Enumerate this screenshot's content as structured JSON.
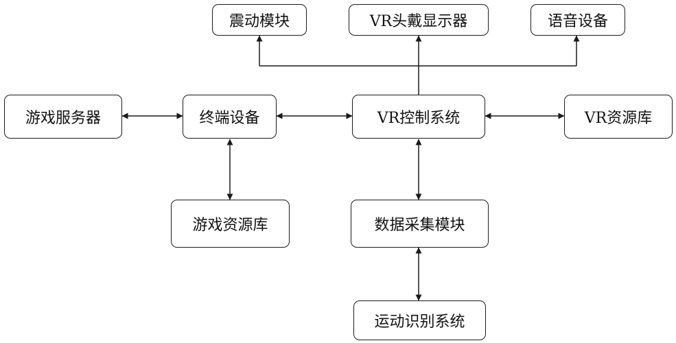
{
  "nodes": {
    "vibration_module": "震动模块",
    "vr_headset_display": "VR头戴显示器",
    "voice_device": "语音设备",
    "game_server": "游戏服务器",
    "terminal_device": "终端设备",
    "vr_control_system": "VR控制系统",
    "vr_resource_library": "VR资源库",
    "game_resource_library": "游戏资源库",
    "data_acquisition_module": "数据采集模块",
    "motion_recognition_system": "运动识别系统"
  },
  "connections": [
    {
      "from": "vr_control_system",
      "to": "vibration_module",
      "arrow_from": false,
      "arrow_to": true
    },
    {
      "from": "vr_control_system",
      "to": "vr_headset_display",
      "arrow_from": false,
      "arrow_to": true
    },
    {
      "from": "vr_control_system",
      "to": "voice_device",
      "arrow_from": false,
      "arrow_to": true
    },
    {
      "from": "game_server",
      "to": "terminal_device",
      "arrow_from": true,
      "arrow_to": true
    },
    {
      "from": "terminal_device",
      "to": "vr_control_system",
      "arrow_from": true,
      "arrow_to": true
    },
    {
      "from": "vr_control_system",
      "to": "vr_resource_library",
      "arrow_from": true,
      "arrow_to": true
    },
    {
      "from": "terminal_device",
      "to": "game_resource_library",
      "arrow_from": true,
      "arrow_to": true
    },
    {
      "from": "vr_control_system",
      "to": "data_acquisition_module",
      "arrow_from": true,
      "arrow_to": true
    },
    {
      "from": "data_acquisition_module",
      "to": "motion_recognition_system",
      "arrow_from": true,
      "arrow_to": true
    }
  ],
  "colors": {
    "line": "#1a1a1a",
    "box_border": "#1a1a1a",
    "text": "#111111",
    "background": "#ffffff"
  }
}
